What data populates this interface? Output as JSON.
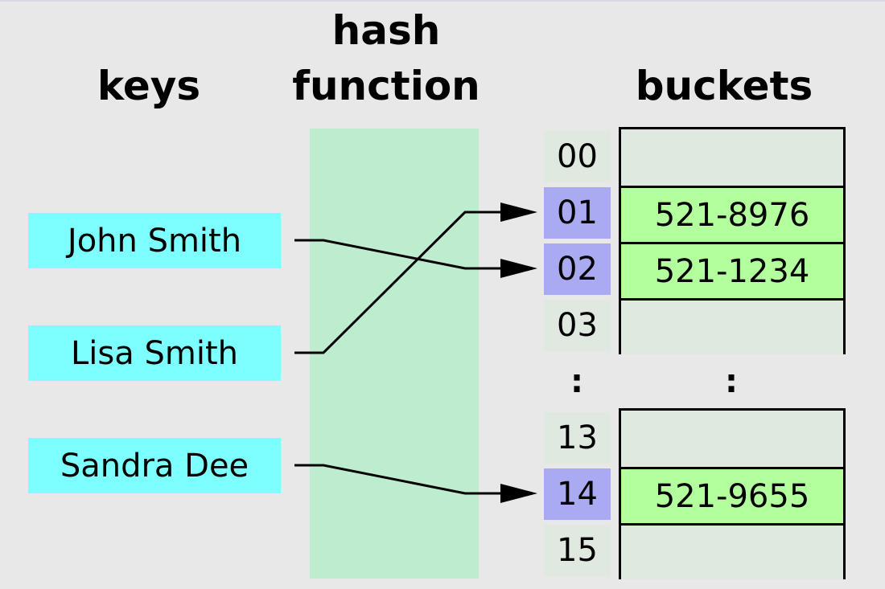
{
  "headings": {
    "keys": "keys",
    "hash_line1": "hash",
    "hash_line2": "function",
    "buckets": "buckets"
  },
  "keys": [
    "John Smith",
    "Lisa Smith",
    "Sandra Dee"
  ],
  "indices_top": [
    "00",
    "01",
    "02",
    "03"
  ],
  "indices_bottom": [
    "13",
    "14",
    "15"
  ],
  "buckets_top": [
    "",
    "521-8976",
    "521-1234",
    ""
  ],
  "buckets_bottom": [
    "",
    "521-9655",
    ""
  ],
  "ellipsis": ":",
  "mappings": [
    {
      "key": "John Smith",
      "index": "02"
    },
    {
      "key": "Lisa Smith",
      "index": "01"
    },
    {
      "key": "Sandra Dee",
      "index": "14"
    }
  ],
  "colors": {
    "background": "#e8e8e8",
    "key_box": "#7dffff",
    "hash_band": "#bdeccf",
    "index_highlight": "#aaaaf2",
    "index_plain": "#e0e9df",
    "bucket_filled": "#b3ff9e",
    "bucket_empty": "#e0e9df",
    "arrow": "#000000"
  }
}
